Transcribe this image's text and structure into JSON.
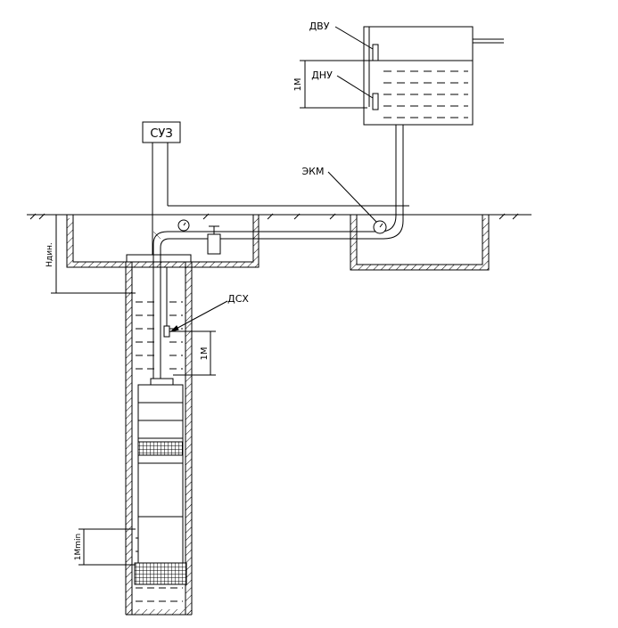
{
  "labels": {
    "control_box": "СУЗ",
    "upper_level_sensor": "ДВУ",
    "lower_level_sensor": "ДНУ",
    "pressure_gauge": "ЭКМ",
    "dry_run_sensor": "ДСХ",
    "tank_gap": "1М",
    "sensor_gap": "1М",
    "dynamic_level": "Ндин.",
    "min_level": "1Мmin"
  }
}
